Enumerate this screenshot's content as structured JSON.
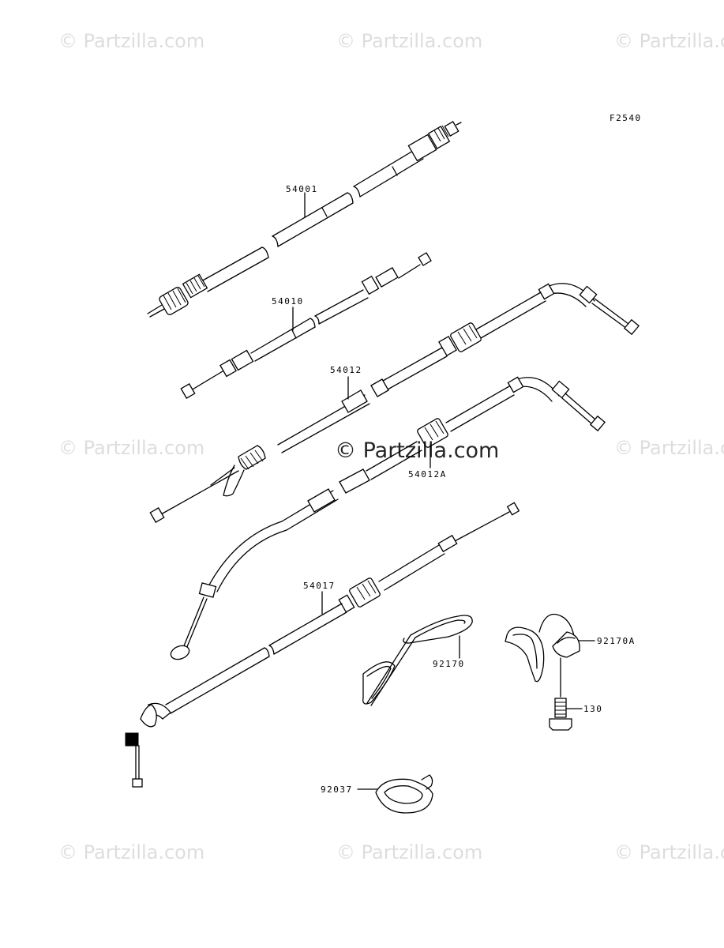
{
  "diagram_code": "F2540",
  "watermarks": {
    "tile_text": "© Partzilla.com",
    "center_text": "© Partzilla.com"
  },
  "parts": [
    {
      "ref": "54001"
    },
    {
      "ref": "54010"
    },
    {
      "ref": "54012"
    },
    {
      "ref": "54012A"
    },
    {
      "ref": "54017"
    },
    {
      "ref": "92170"
    },
    {
      "ref": "92170A"
    },
    {
      "ref": "130"
    },
    {
      "ref": "92037"
    }
  ]
}
